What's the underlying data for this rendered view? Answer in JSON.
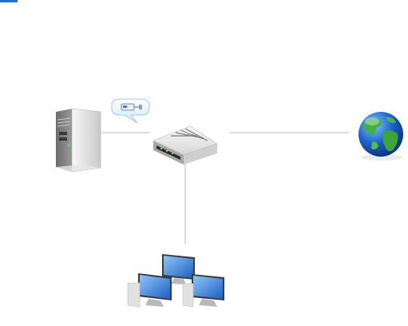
{
  "diagram": {
    "nodes": [
      {
        "id": "server",
        "icon": "server-icon"
      },
      {
        "id": "router",
        "icon": "router-modem-icon"
      },
      {
        "id": "internet",
        "icon": "globe-icon"
      },
      {
        "id": "clients",
        "icon": "networked-computers-icon"
      },
      {
        "id": "config",
        "icon": "network-config-bubble-icon"
      }
    ],
    "edges": [
      {
        "from": "server",
        "to": "router"
      },
      {
        "from": "router",
        "to": "internet"
      },
      {
        "from": "router",
        "to": "clients"
      }
    ],
    "colors": {
      "accent": "#1d6fd6",
      "line": "#b9b9b9",
      "globe_ocean": "#1a62c8",
      "globe_land": "#3da33a",
      "monitor_screen": "#2f7fd8"
    }
  }
}
